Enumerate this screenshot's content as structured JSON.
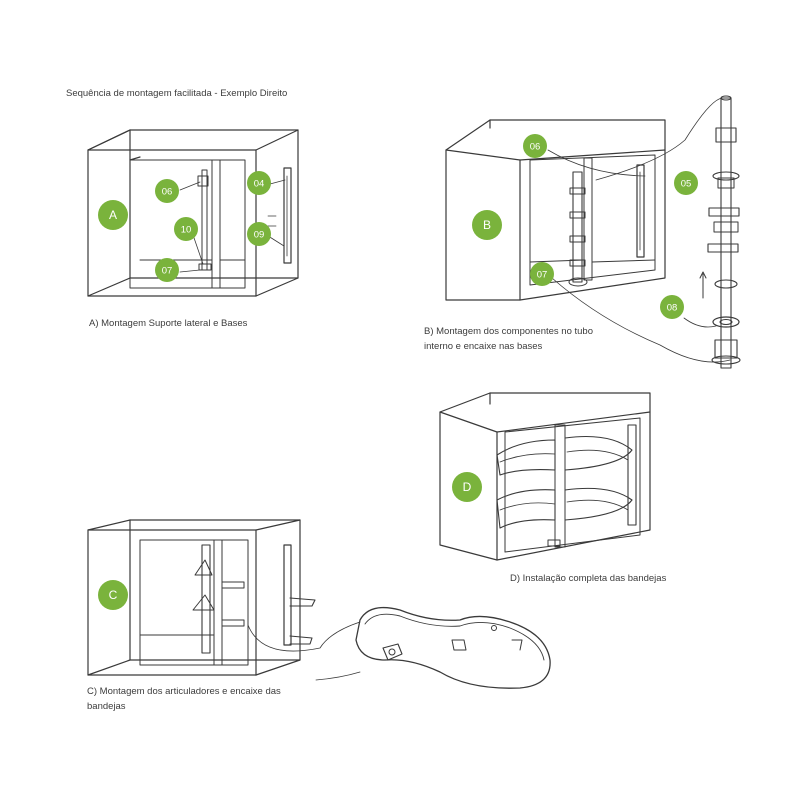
{
  "title": "Sequência de montagem facilitada - Exemplo Direito",
  "accent_color": "#7ab33c",
  "steps": {
    "a": {
      "badge": "A",
      "caption": "A) Montagem Suporte lateral e Bases"
    },
    "b": {
      "badge": "B",
      "caption": "B) Montagem dos componentes no tubo interno e encaixe nas bases"
    },
    "c": {
      "badge": "C",
      "caption": "C) Montagem dos articuladores  e encaixe das bandejas"
    },
    "d": {
      "badge": "D",
      "caption": "D) Instalação completa das bandejas"
    }
  },
  "parts": {
    "a_06": "06",
    "a_07": "07",
    "a_10": "10",
    "a_04": "04",
    "a_09": "09",
    "b_06": "06",
    "b_07": "07",
    "b_05": "05",
    "b_08": "08"
  }
}
